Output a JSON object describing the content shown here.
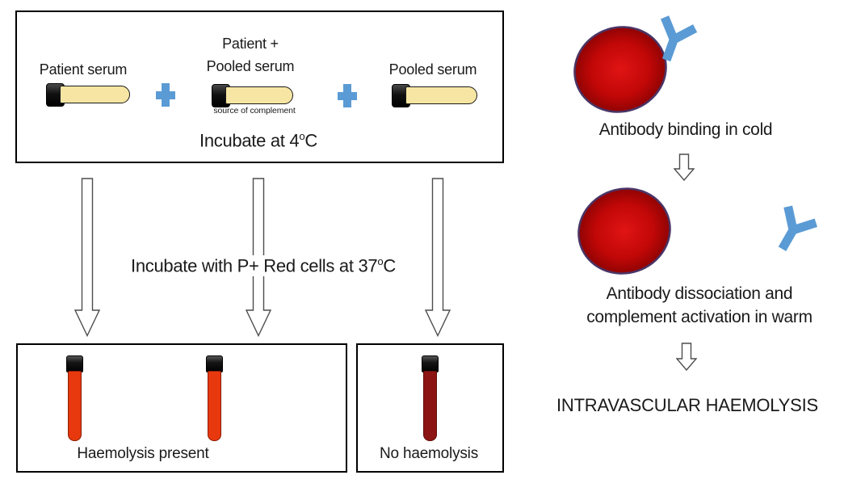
{
  "title_implied": "Donath-Landsteiner test diagram",
  "panel_top": {
    "tube1_label": "Patient serum",
    "tube2_label_line1": "Patient +",
    "tube2_label_line2": "Pooled serum",
    "tube2_sublabel": "source of complement",
    "tube3_label": "Pooled serum",
    "incubate_cold": {
      "pre": "Incubate at 4",
      "sup": "o",
      "post": "C"
    }
  },
  "process": {
    "incubate_warm": {
      "pre": "Incubate with P+ Red cells at 37",
      "sup": "o",
      "post": "C"
    }
  },
  "results": {
    "left_box_label": "Haemolysis present",
    "right_box_label": "No haemolysis"
  },
  "mechanism": {
    "step1": "Antibody binding in cold",
    "step2_line1": "Antibody dissociation and",
    "step2_line2": "complement activation in warm",
    "step3": "INTRAVASCULAR HAEMOLYSIS"
  },
  "colors": {
    "accent_blue": "#5B9BD5",
    "serum_fill": "#F7E6A3",
    "tube_cap_black": "#111111",
    "haemolysis_red": "#E8380E",
    "no_haemolysis_dark_red": "#8C1412",
    "rbc_center_red": "#DF1212",
    "rbc_edge_red": "#7A0202",
    "rbc_border_purple": "#4A3566",
    "arrow_outline": "#4d4d4d"
  }
}
